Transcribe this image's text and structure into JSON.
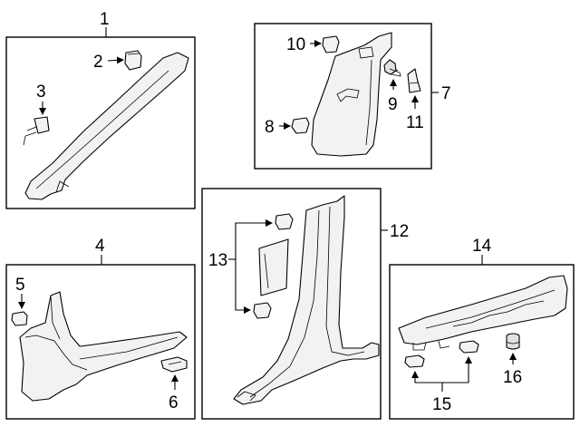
{
  "callouts": {
    "n1": "1",
    "n2": "2",
    "n3": "3",
    "n4": "4",
    "n5": "5",
    "n6": "6",
    "n7": "7",
    "n8": "8",
    "n9": "9",
    "n10": "10",
    "n11": "11",
    "n12": "12",
    "n13": "13",
    "n14": "14",
    "n15": "15",
    "n16": "16"
  },
  "colors": {
    "line": "#000000",
    "part_fill": "#f4f1f4",
    "background": "#ffffff"
  }
}
